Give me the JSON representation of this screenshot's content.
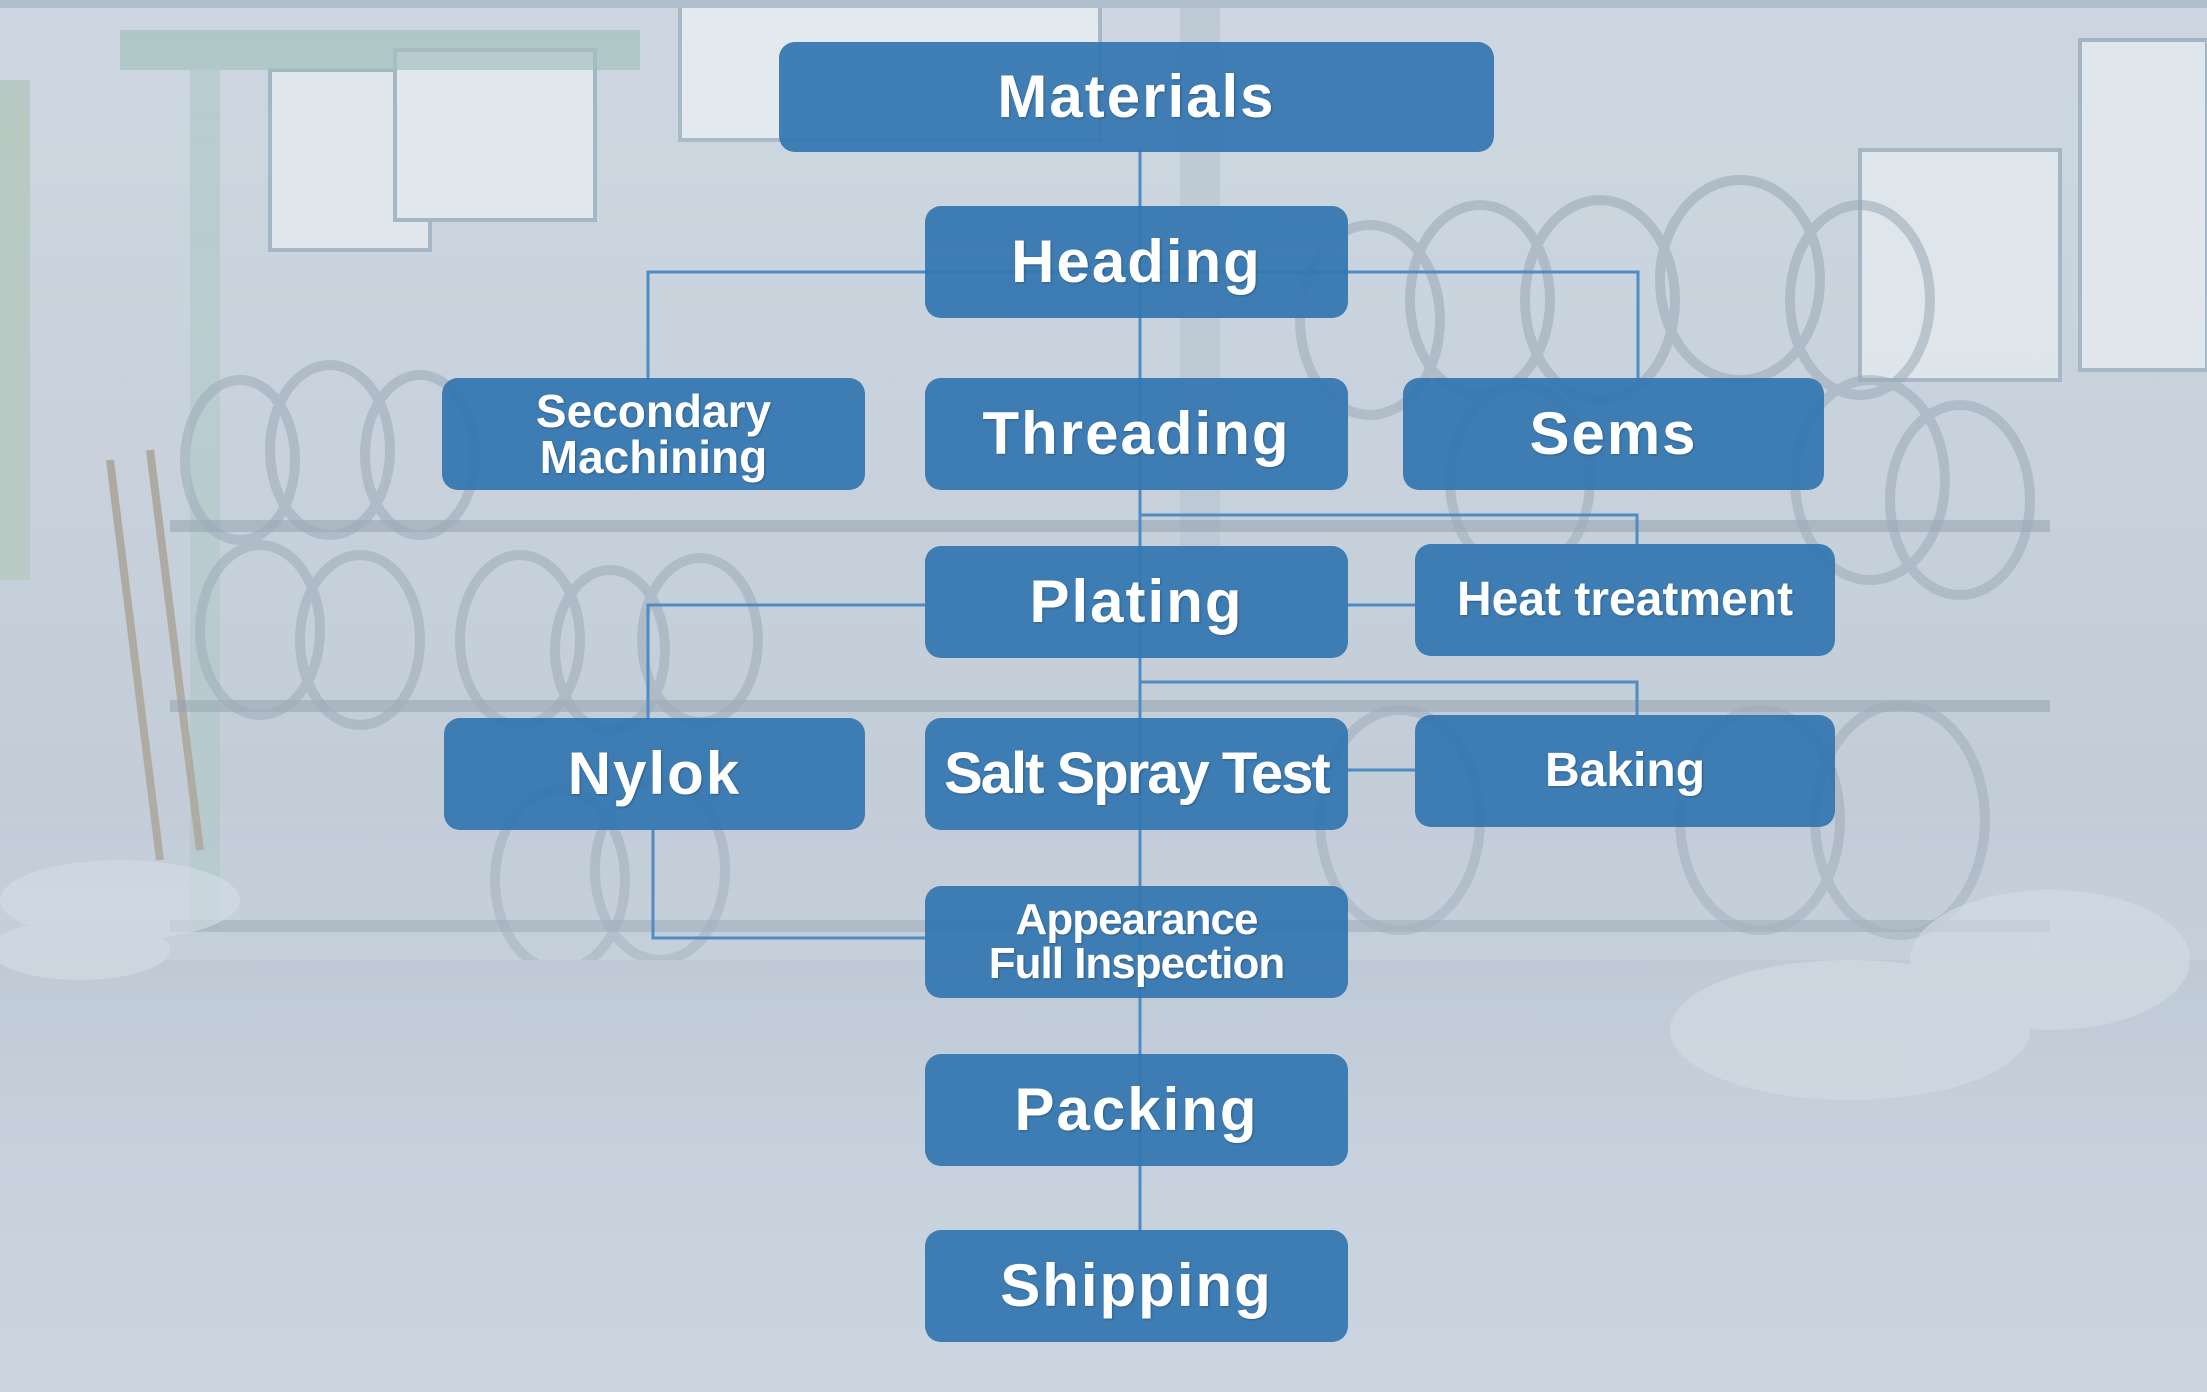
{
  "diagram": {
    "colors": {
      "box_fill": "#3476b0",
      "connector": "#4f8cc4",
      "text": "#ffffff"
    },
    "nodes": {
      "materials": "Materials",
      "heading": "Heading",
      "secondary_machining": {
        "line1": "Secondary",
        "line2": "Machining"
      },
      "threading": "Threading",
      "sems": "Sems",
      "plating": "Plating",
      "heat_treatment": "Heat treatment",
      "nylok": "Nylok",
      "salt_spray_test": "Salt Spray Test",
      "baking": "Baking",
      "appearance_full_inspection": {
        "line1": "Appearance",
        "line2": "Full Inspection"
      },
      "packing": "Packing",
      "shipping": "Shipping"
    },
    "connections": [
      [
        "materials",
        "heading"
      ],
      [
        "heading",
        "secondary_machining"
      ],
      [
        "heading",
        "threading"
      ],
      [
        "heading",
        "sems"
      ],
      [
        "threading",
        "plating"
      ],
      [
        "threading",
        "heat_treatment"
      ],
      [
        "heat_treatment",
        "plating"
      ],
      [
        "plating",
        "nylok"
      ],
      [
        "plating",
        "salt_spray_test"
      ],
      [
        "plating",
        "baking"
      ],
      [
        "baking",
        "salt_spray_test"
      ],
      [
        "nylok",
        "appearance_full_inspection"
      ],
      [
        "salt_spray_test",
        "appearance_full_inspection"
      ],
      [
        "appearance_full_inspection",
        "packing"
      ],
      [
        "packing",
        "shipping"
      ]
    ]
  }
}
